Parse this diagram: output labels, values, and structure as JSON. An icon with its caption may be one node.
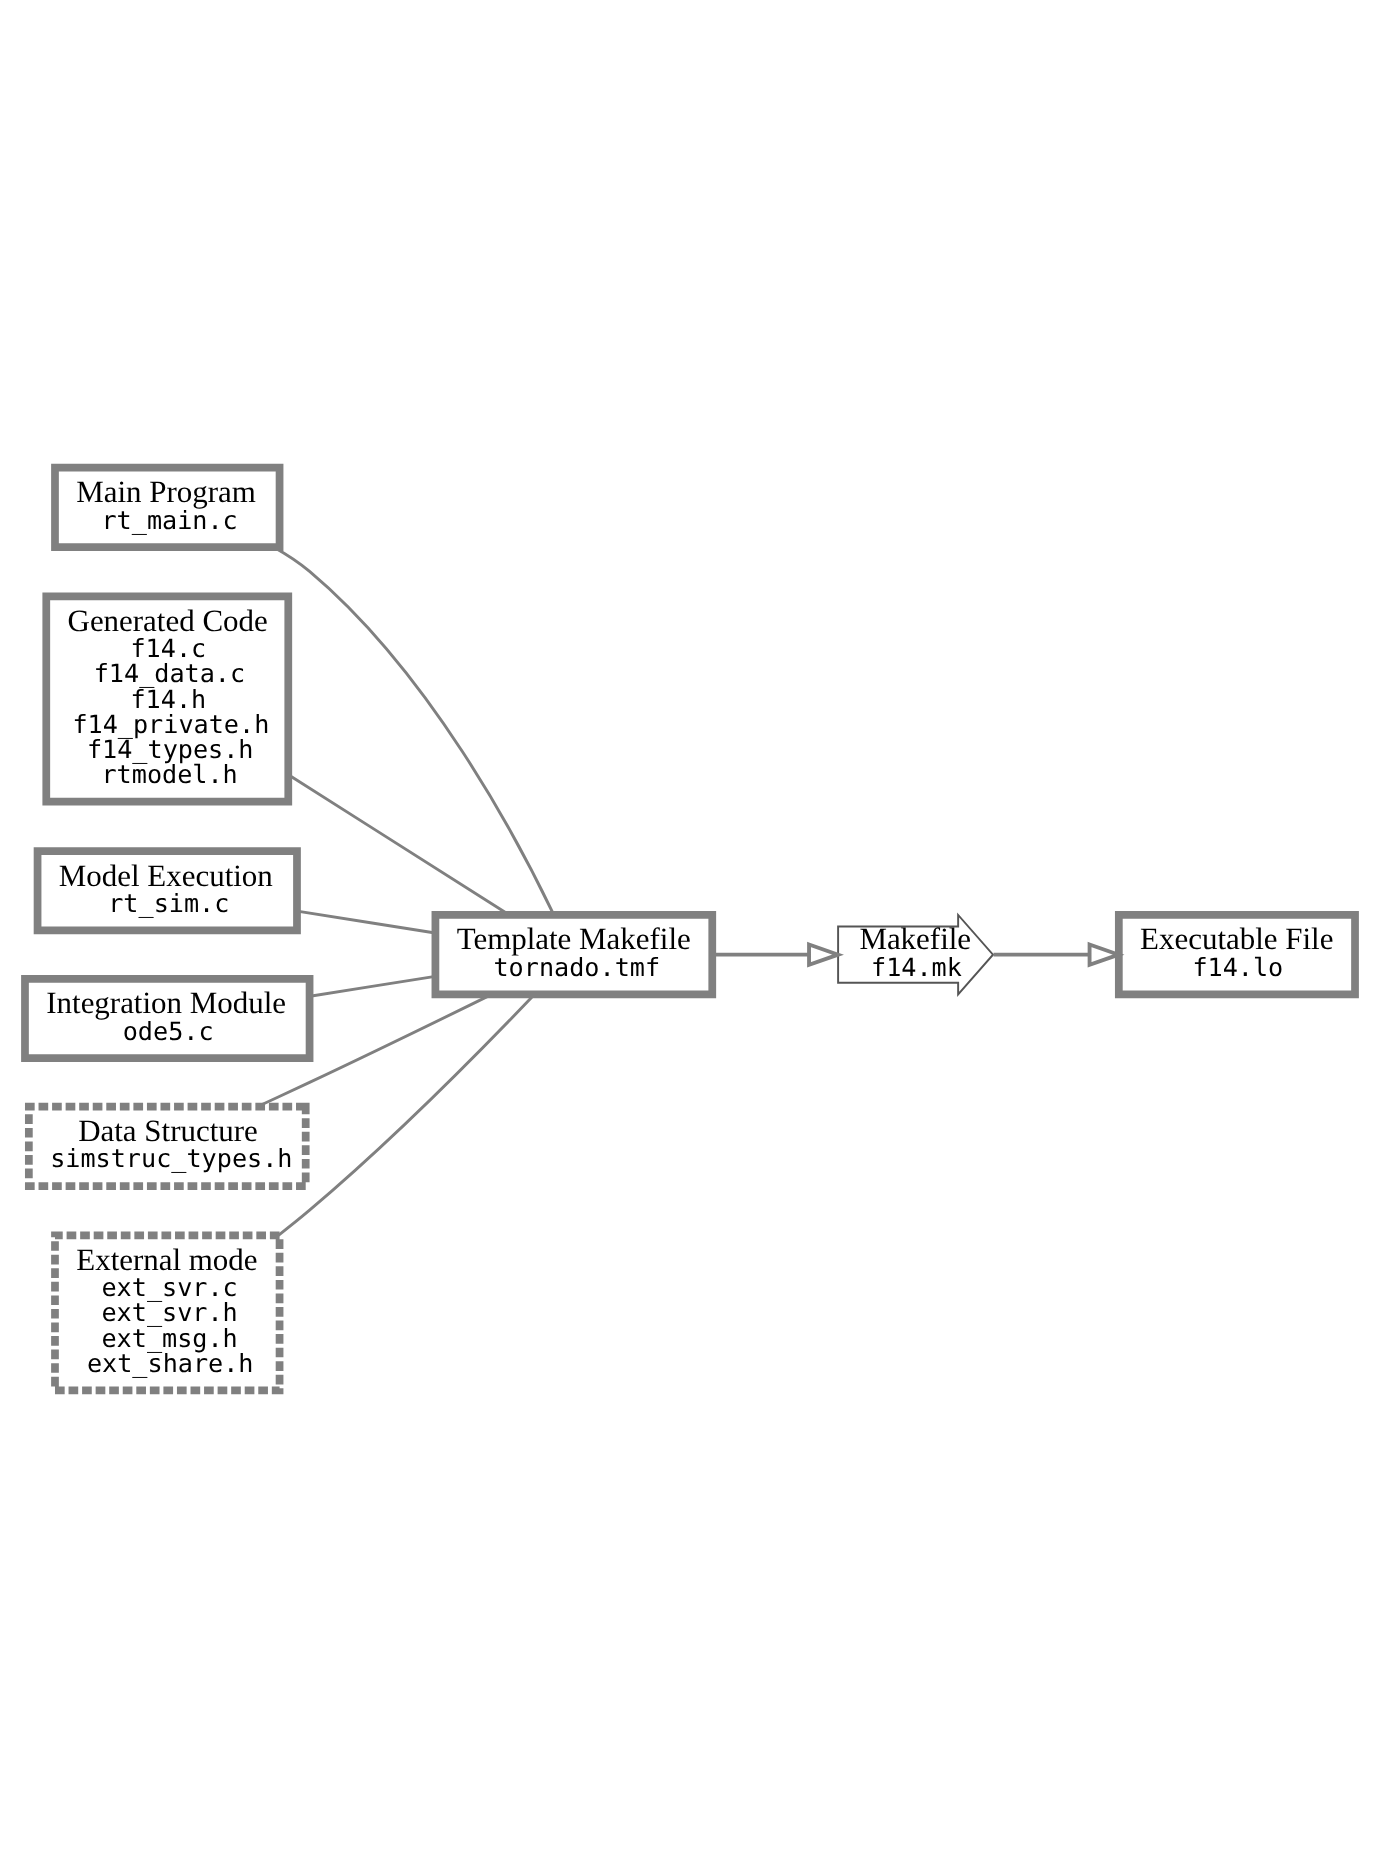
{
  "diagram": {
    "nodes": [
      {
        "text": [
          "Main Program",
          "rt_main.c"
        ]
      },
      {
        "text": [
          "Generated Code",
          "f14.c",
          "f14_data.c",
          "f14.h",
          "f14_private.h",
          "f14_types.h",
          "rtmodel.h"
        ]
      },
      {
        "text": [
          "Model Execution",
          "rt_sim.c"
        ]
      },
      {
        "text": [
          "Integration Module",
          "ode5.c"
        ]
      },
      {
        "text": [
          "Data Structure",
          "simstruc_types.h"
        ]
      },
      {
        "text": [
          "External mode",
          "ext_svr.c",
          "ext_svr.h",
          "ext_msg.h",
          "ext_share.h"
        ]
      },
      {
        "text": [
          "Template Makefile",
          "tornado.tmf"
        ]
      },
      {
        "text": [
          "Makefile",
          "f14.mk"
        ]
      },
      {
        "text": [
          "Executable File",
          "f14.lo"
        ]
      }
    ],
    "edges": [
      {
        "from": 0,
        "to": 6,
        "arrow": "none"
      },
      {
        "from": 1,
        "to": 6,
        "arrow": "none"
      },
      {
        "from": 2,
        "to": 6,
        "arrow": "none"
      },
      {
        "from": 3,
        "to": 6,
        "arrow": "none"
      },
      {
        "from": 4,
        "to": 6,
        "arrow": "none"
      },
      {
        "from": 5,
        "to": 6,
        "arrow": "none"
      },
      {
        "from": 6,
        "to": 7,
        "arrow": "to"
      },
      {
        "from": 7,
        "to": 8,
        "arrow": "to"
      }
    ]
  }
}
